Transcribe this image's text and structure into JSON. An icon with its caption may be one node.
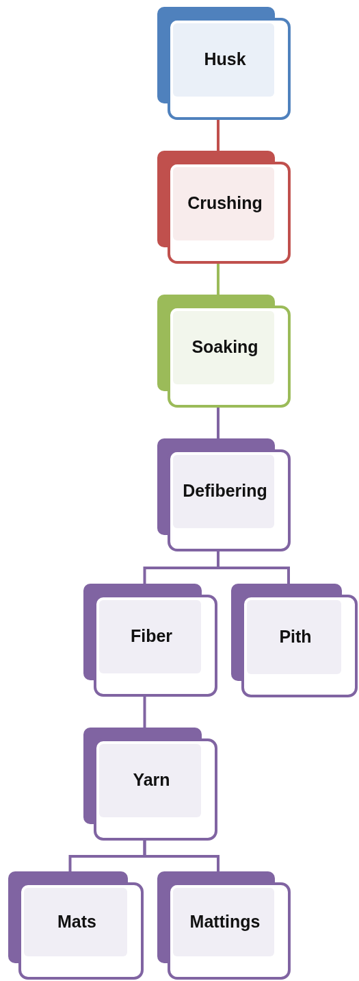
{
  "diagram": {
    "nodes": [
      {
        "text": [
          "Husk"
        ]
      },
      {
        "text": [
          "Crushing"
        ]
      },
      {
        "text": [
          "Soaking"
        ]
      },
      {
        "text": [
          "Defibering"
        ]
      },
      {
        "text": [
          "Fiber"
        ]
      },
      {
        "text": [
          "Pith"
        ]
      },
      {
        "text": [
          "Yarn"
        ]
      },
      {
        "text": [
          "Mats"
        ]
      },
      {
        "text": [
          "Mattings"
        ]
      }
    ],
    "edges": [
      {
        "from": 0,
        "to": 1,
        "arrow": "none",
        "color": "#c0504d"
      },
      {
        "from": 1,
        "to": 2,
        "arrow": "none",
        "color": "#9bbb59"
      },
      {
        "from": 2,
        "to": 3,
        "arrow": "none"
      },
      {
        "from": 3,
        "to": 4,
        "arrow": "none"
      },
      {
        "from": 3,
        "to": 5,
        "arrow": "none"
      },
      {
        "from": 4,
        "to": 6,
        "arrow": "none"
      },
      {
        "from": 6,
        "to": 7,
        "arrow": "none"
      },
      {
        "from": 6,
        "to": 8,
        "arrow": "none"
      }
    ]
  }
}
